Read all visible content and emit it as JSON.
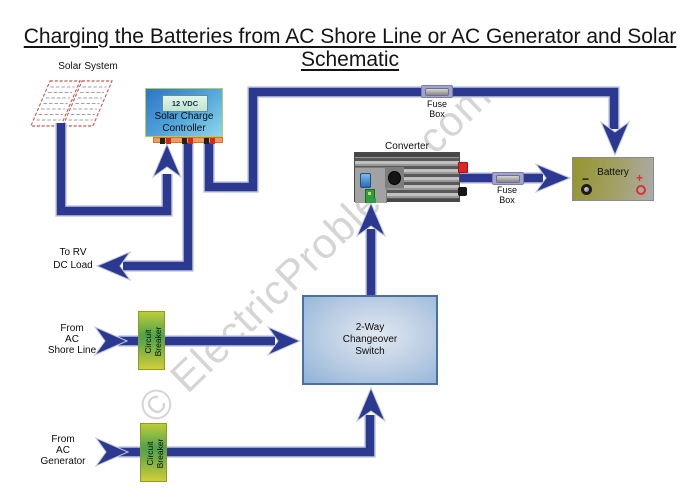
{
  "title": {
    "line1": "Charging the Batteries from AC Shore Line or AC Generator and Solar",
    "line2": "Schematic"
  },
  "watermark": "© ElectricProblems.com",
  "solar": {
    "label": "Solar System"
  },
  "controller": {
    "display": "12 VDC",
    "label_line1": "Solar Charge",
    "label_line2": "Controller"
  },
  "fuse_box_top": {
    "line1": "Fuse",
    "line2": "Box"
  },
  "fuse_box_mid": {
    "line1": "Fuse",
    "line2": "Box"
  },
  "converter": {
    "label": "Converter"
  },
  "battery": {
    "label": "Battery",
    "minus": "−",
    "plus": "+"
  },
  "changeover_switch": {
    "line1": "2-Way",
    "line2": "Changeover",
    "line3": "Switch"
  },
  "rv_load": {
    "line1": "To RV",
    "line2": "DC Load"
  },
  "shore_input": {
    "line1": "From",
    "line2": "AC",
    "line3": "Shore Line"
  },
  "generator_input": {
    "line1": "From",
    "line2": "AC",
    "line3": "Generator"
  },
  "breaker_shore": {
    "line1": "Circuit",
    "line2": "Breaker"
  },
  "breaker_generator": {
    "line1": "Circuit",
    "line2": "Breaker"
  },
  "colors": {
    "wire": "#2B3990",
    "wire_outline": "#C3C8E3",
    "breaker_green": "#4FA24D",
    "controller_blue": "#2E74C6",
    "switch_blue": "#8FB3D7",
    "battery_olive": "#95952E",
    "fuse_lavender": "#A3A3CF",
    "panel_border_red": "#C4564E",
    "watermark_gray": "#D5D5D5"
  }
}
